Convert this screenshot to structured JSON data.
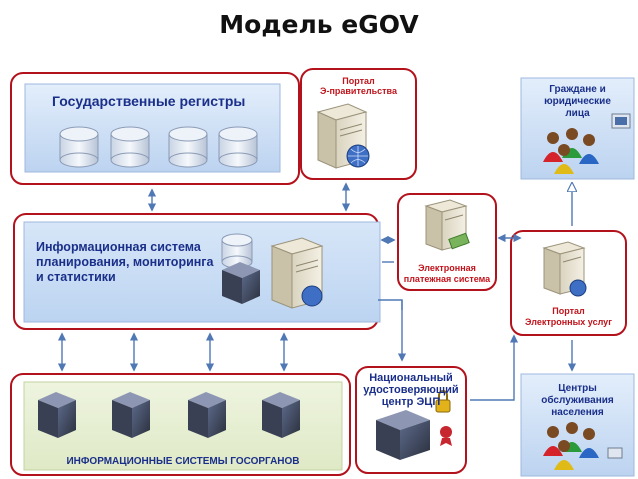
{
  "title": "Модель eGOV",
  "blocks": {
    "registries": "Государственные регистры",
    "portal_gov_line1": "Портал",
    "portal_gov_line2": "Э-правительства",
    "info_system_line1": "Информационная система",
    "info_system_line2": "планирования, мониторинга",
    "info_system_line3": "и статистики",
    "payment_line1": "Электронная",
    "payment_line2": "платежная система",
    "citizens_line1": "Граждане и",
    "citizens_line2": "юридические",
    "citizens_line3": "лица",
    "eservices_line1": "Портал",
    "eservices_line2": "Электронных услуг",
    "agency_systems": "ИНФОРМАЦИОННЫЕ СИСТЕМЫ ГОСОРГАНОВ",
    "ca_line1": "Национальный",
    "ca_line2": "удостоверяющий",
    "ca_line3": "центр ЭЦП",
    "centers_line1": "Центры",
    "centers_line2": "обслуживания",
    "centers_line3": "населения"
  },
  "colors": {
    "frame_red": "#b3121c",
    "panel_blue": "#cfe0f6",
    "panel_green": "#e6efd2",
    "arrow_blue": "#4f78b5"
  }
}
